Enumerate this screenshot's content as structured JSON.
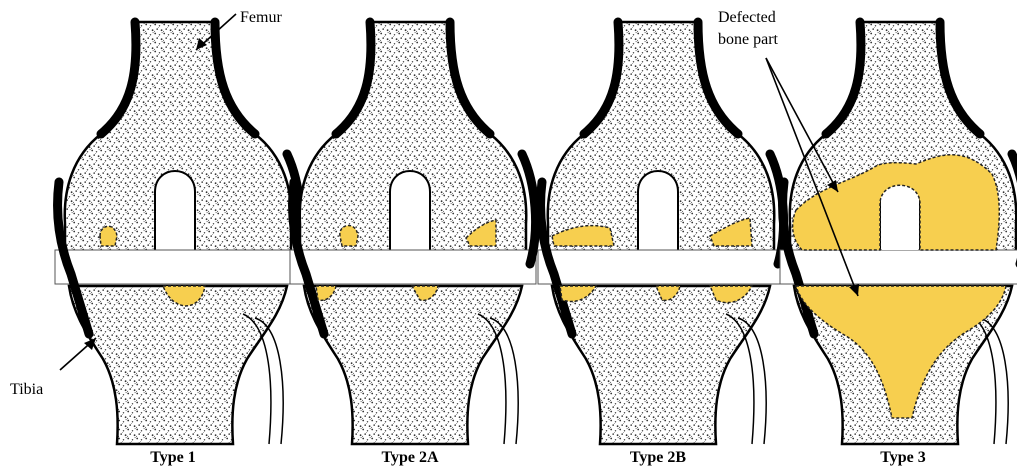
{
  "labels": {
    "femur": "Femur",
    "tibia": "Tibia",
    "defect_line1": "Defected",
    "defect_line2": "bone part"
  },
  "panels": [
    {
      "caption": "Type 1"
    },
    {
      "caption": "Type 2A"
    },
    {
      "caption": "Type 2B"
    },
    {
      "caption": "Type 3"
    }
  ],
  "colors": {
    "defect": "#f7cf4f",
    "bone_outline": "#000000",
    "stipple": "#333333"
  }
}
